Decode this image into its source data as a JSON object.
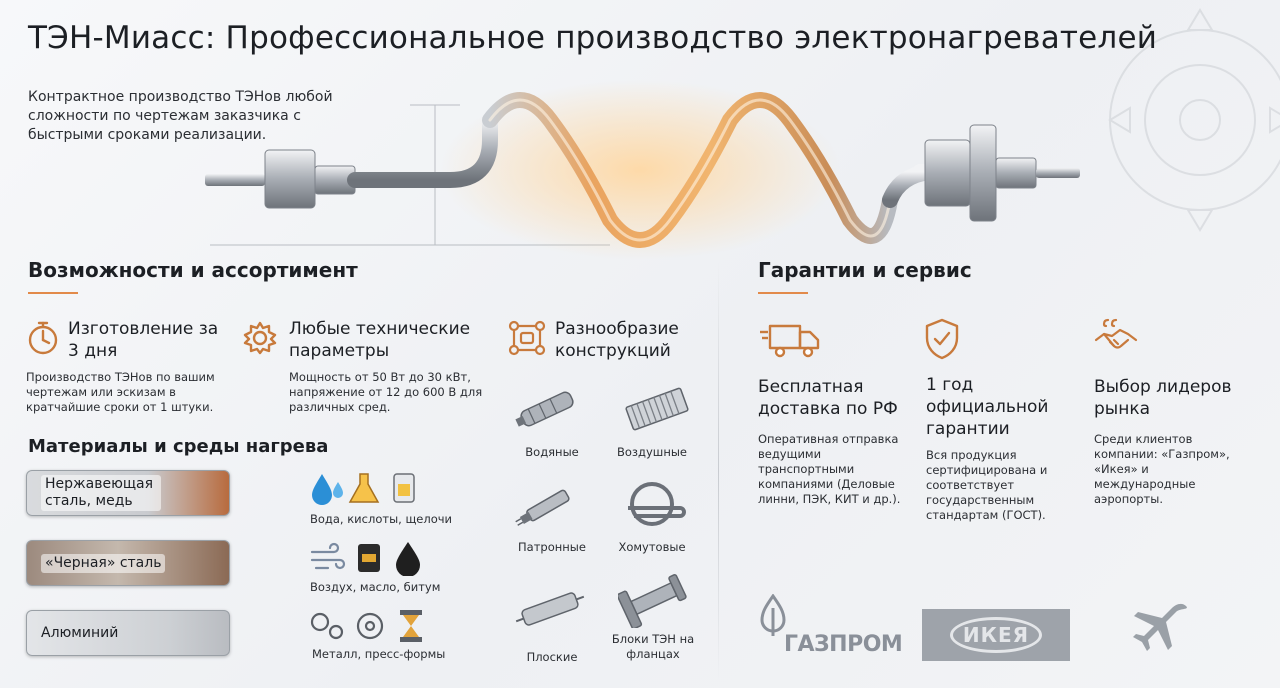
{
  "header": {
    "title": "ТЭН-Миасс: Профессиональное производство электронагревателей",
    "intro": "Контрактное производство ТЭНов любой сложности по чертежам заказчика с быстрыми сроками реализации."
  },
  "capabilities": {
    "title": "Возможности и ассортимент",
    "features": [
      {
        "icon": "stopwatch-icon",
        "title": "Изготовление за 3 дня",
        "text": "Производство ТЭНов по вашим чертежам или эскизам в кратчайшие сроки от 1 штуки."
      },
      {
        "icon": "gear-icon",
        "title": "Любые технические параметры",
        "text": "Мощность от 50 Вт до 30 кВт, напряжение от 12 до 600 В для различных сред."
      },
      {
        "icon": "structure-icon",
        "title": "Разнообразие конструкций",
        "text": ""
      }
    ]
  },
  "materials": {
    "title": "Материалы и среды нагрева",
    "items": [
      {
        "label": "Нержавеющая сталь, медь",
        "media": "Вода, кислоты, щелочи"
      },
      {
        "label": "«Черная» сталь",
        "media": "Воздух, масло, битум"
      },
      {
        "label": "Алюминий",
        "media": "Металл, пресс-формы"
      }
    ]
  },
  "types": [
    {
      "label": "Водяные",
      "icon": "water-heater-icon"
    },
    {
      "label": "Воздушные",
      "icon": "air-heater-icon"
    },
    {
      "label": "Патронные",
      "icon": "cartridge-heater-icon"
    },
    {
      "label": "Хомутовые",
      "icon": "band-heater-icon"
    },
    {
      "label": "Плоские",
      "icon": "flat-heater-icon"
    },
    {
      "label": "Блоки ТЭН на фланцах",
      "icon": "flange-block-icon"
    }
  ],
  "guarantees": {
    "title": "Гарантии и сервис",
    "items": [
      {
        "icon": "truck-icon",
        "title": "Бесплатная доставка по РФ",
        "text": "Оперативная отправка ведущими транспортными компаниями (Деловые линни, ПЭК, КИТ и др.)."
      },
      {
        "icon": "shield-check-icon",
        "title": "1 год официальной гарантии",
        "text": "Вся продукция сертифицирована и соответствует государственным стандартам (ГОСТ)."
      },
      {
        "icon": "handshake-icon",
        "title": "Выбор лидеров рынка",
        "text": "Среди клиентов компании: «Газпром», «Икея» и международные аэропорты."
      }
    ]
  },
  "clients": {
    "gazprom": "ГАЗПРОМ",
    "ikea": "ИКЕЯ"
  },
  "colors": {
    "accent": "#e28a4a",
    "icon": "#c87a3c",
    "text": "#1c1f24"
  }
}
